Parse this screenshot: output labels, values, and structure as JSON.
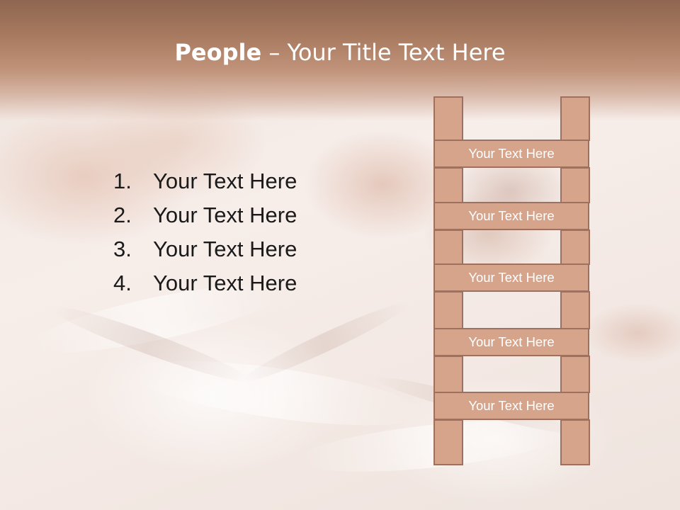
{
  "title": {
    "bold": "People",
    "rest": " – Your Title Text Here"
  },
  "list": {
    "items": [
      {
        "number": "1.",
        "text": "Your Text Here"
      },
      {
        "number": "2.",
        "text": "Your Text Here"
      },
      {
        "number": "3.",
        "text": "Your Text Here"
      },
      {
        "number": "4.",
        "text": "Your Text Here"
      }
    ]
  },
  "ladder": {
    "rungs": [
      {
        "label": "Your Text Here"
      },
      {
        "label": "Your Text Here"
      },
      {
        "label": "Your Text Here"
      },
      {
        "label": "Your Text Here"
      },
      {
        "label": "Your Text Here"
      }
    ]
  },
  "colors": {
    "accent": "#d5a48b",
    "accent_border": "#9e7060",
    "title_band": "#a87a60"
  }
}
